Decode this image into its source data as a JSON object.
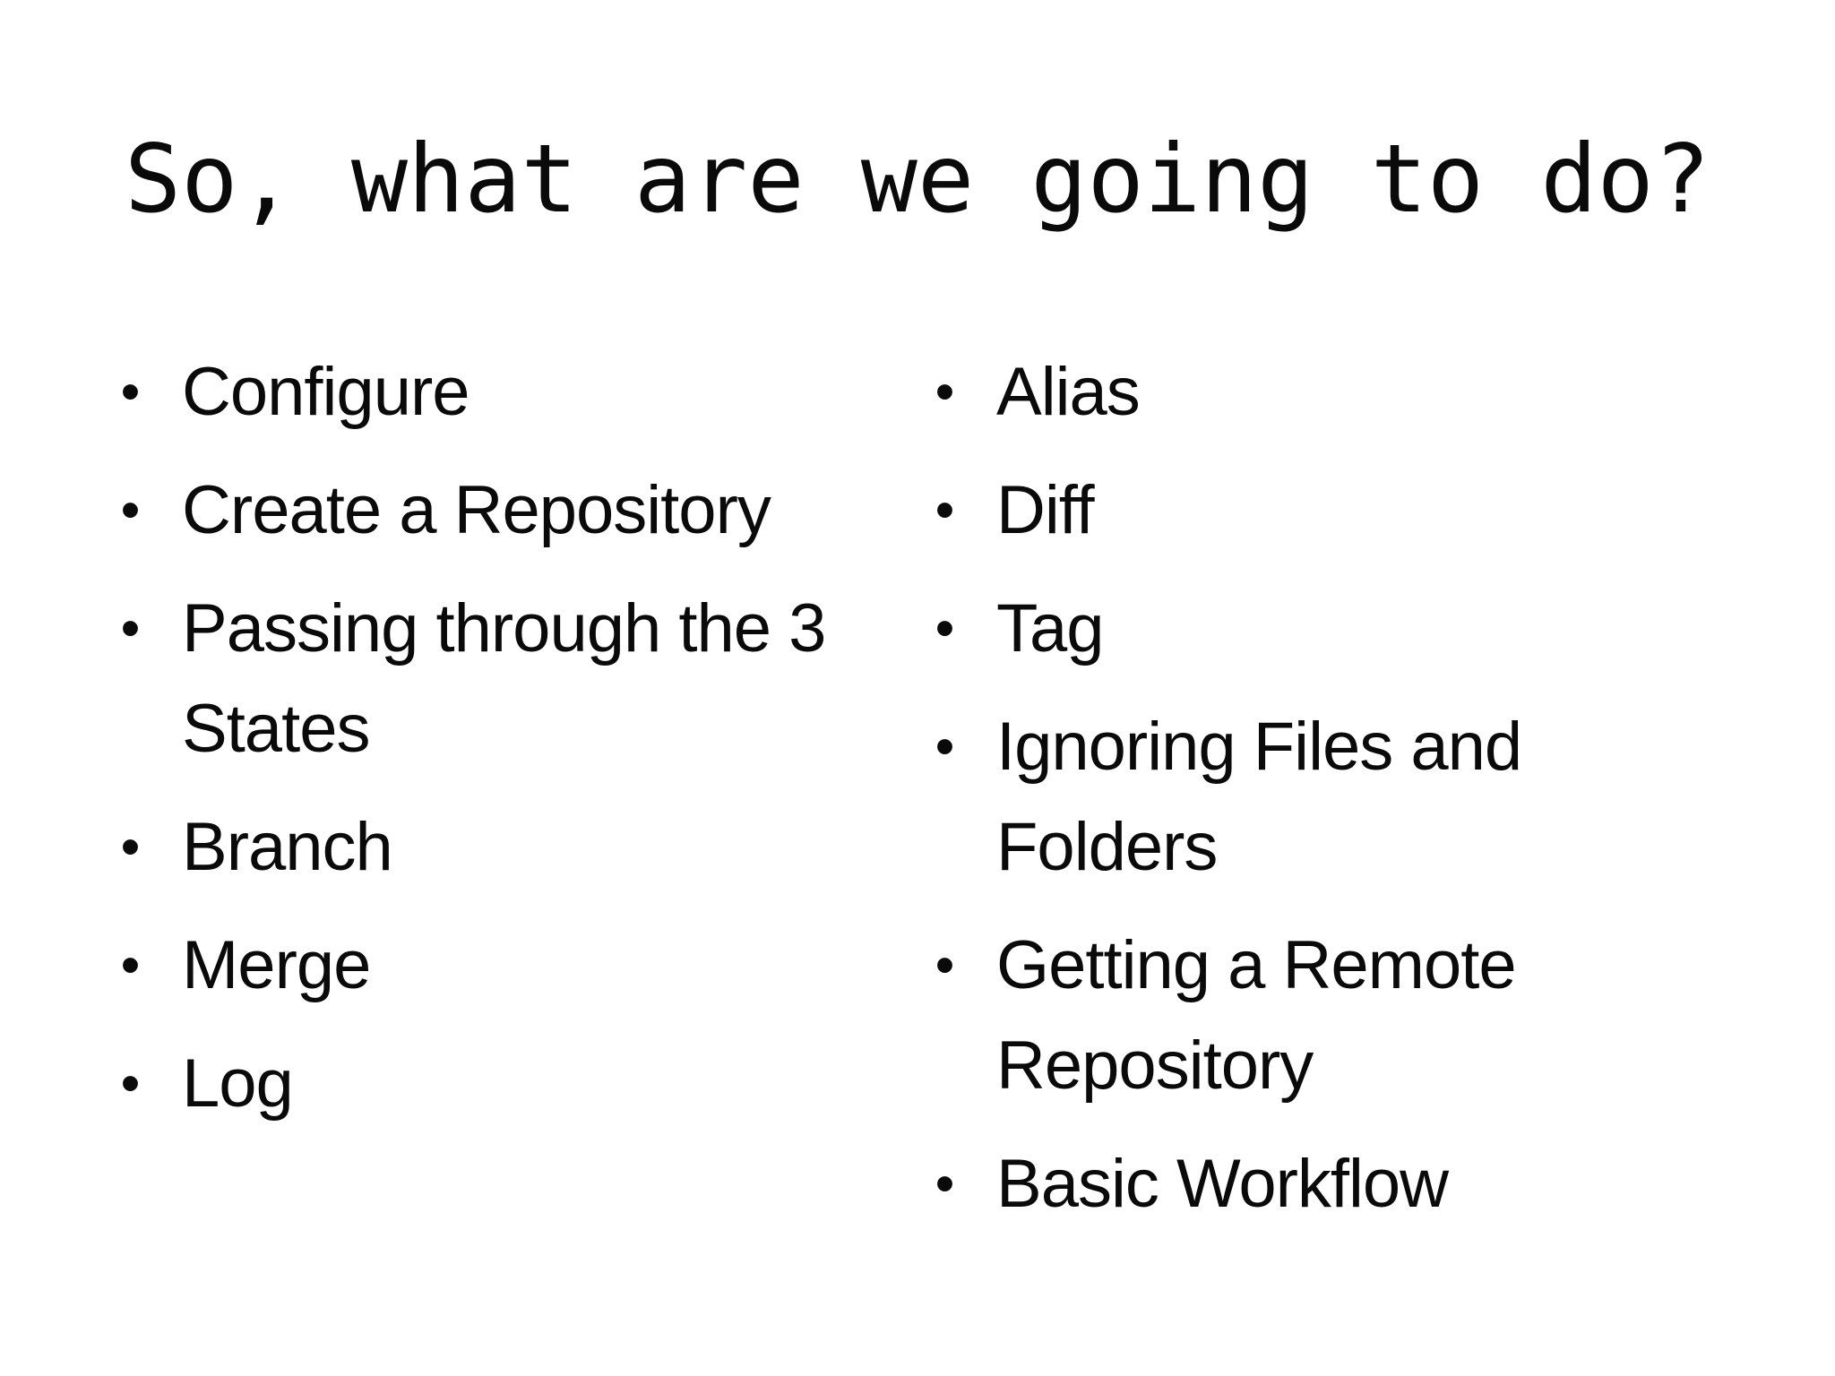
{
  "slide": {
    "title": "So, what are we going to do?",
    "bullet_glyph": "•",
    "left_column": [
      {
        "label": "Configure"
      },
      {
        "label": "Create a Repository"
      },
      {
        "label": "Passing through the 3 States"
      },
      {
        "label": "Branch"
      },
      {
        "label": "Merge"
      },
      {
        "label": "Log"
      }
    ],
    "right_column": [
      {
        "label": "Alias"
      },
      {
        "label": "Diff"
      },
      {
        "label": "Tag"
      },
      {
        "label": "Ignoring Files and Folders"
      },
      {
        "label": "Getting a Remote Repository"
      },
      {
        "label": "Basic Workflow"
      }
    ]
  }
}
